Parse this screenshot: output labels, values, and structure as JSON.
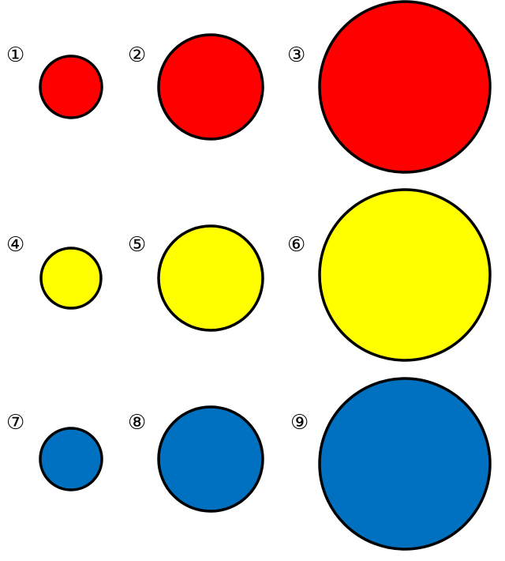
{
  "colors": {
    "red": "#ff0000",
    "yellow": "#ffff00",
    "blue": "#0070c0",
    "outline": "#000000"
  },
  "items": [
    {
      "label": "①",
      "color": "red",
      "size": "small"
    },
    {
      "label": "②",
      "color": "red",
      "size": "medium"
    },
    {
      "label": "③",
      "color": "red",
      "size": "large"
    },
    {
      "label": "④",
      "color": "yellow",
      "size": "small"
    },
    {
      "label": "⑤",
      "color": "yellow",
      "size": "medium"
    },
    {
      "label": "⑥",
      "color": "yellow",
      "size": "large"
    },
    {
      "label": "⑦",
      "color": "blue",
      "size": "small"
    },
    {
      "label": "⑧",
      "color": "blue",
      "size": "medium"
    },
    {
      "label": "⑨",
      "color": "blue",
      "size": "large"
    }
  ]
}
